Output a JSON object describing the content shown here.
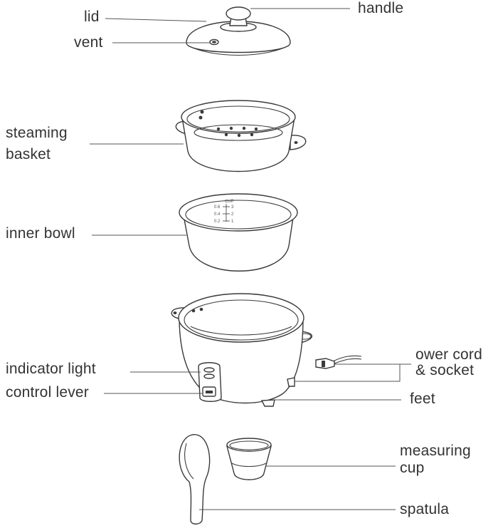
{
  "labels": {
    "lid": "lid",
    "handle": "handle",
    "vent": "vent",
    "steaming_line1": "steaming",
    "steaming_line2": "basket",
    "inner_bowl": "inner bowl",
    "indicator_light": "indicator light",
    "control_lever": "control lever",
    "power_line1": "ower cord",
    "power_line2": "& socket",
    "feet": "feet",
    "measuring_line1": "measuring",
    "measuring_line2": "cup",
    "spatula": "spatula"
  },
  "bowl_markings": {
    "unit": "CUP",
    "left": [
      "0.6",
      "0.4",
      "0.2"
    ],
    "right": [
      "3",
      "2",
      "1"
    ]
  },
  "colors": {
    "line": "#3a3a3a",
    "text": "#333333"
  }
}
